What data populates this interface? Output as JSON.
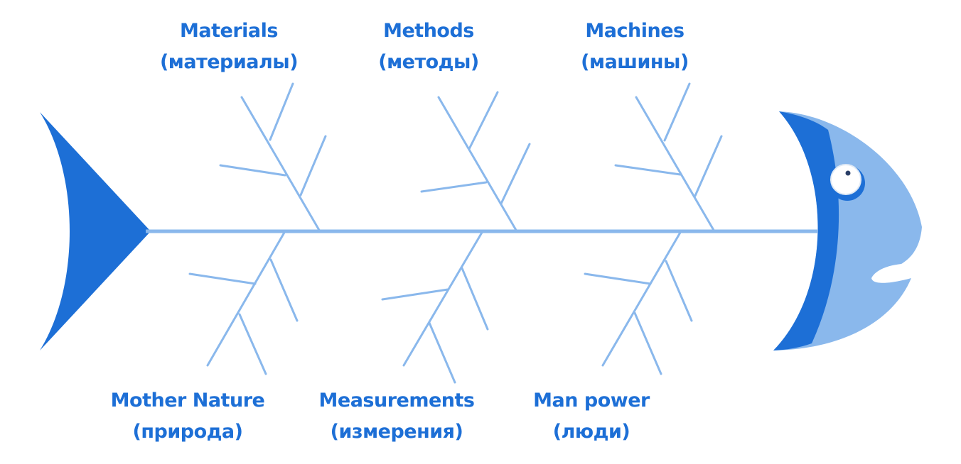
{
  "diagram": {
    "type": "fishbone",
    "colors": {
      "tail": "#1d6fd6",
      "bones": "#8ab8ec",
      "head_light": "#8ab8ec",
      "head_dark": "#1d6fd6",
      "label_text": "#1d6fd6"
    },
    "categories": [
      {
        "key": "materials",
        "label_en": "Materials",
        "label_ru": "(материалы)"
      },
      {
        "key": "methods",
        "label_en": "Methods",
        "label_ru": "(методы)"
      },
      {
        "key": "machines",
        "label_en": "Machines",
        "label_ru": "(машины)"
      },
      {
        "key": "mother-nature",
        "label_en": "Mother Nature",
        "label_ru": "(природа)"
      },
      {
        "key": "measurements",
        "label_en": "Measurements",
        "label_ru": "(измерения)"
      },
      {
        "key": "man-power",
        "label_en": "Man power",
        "label_ru": "(люди)"
      }
    ]
  }
}
